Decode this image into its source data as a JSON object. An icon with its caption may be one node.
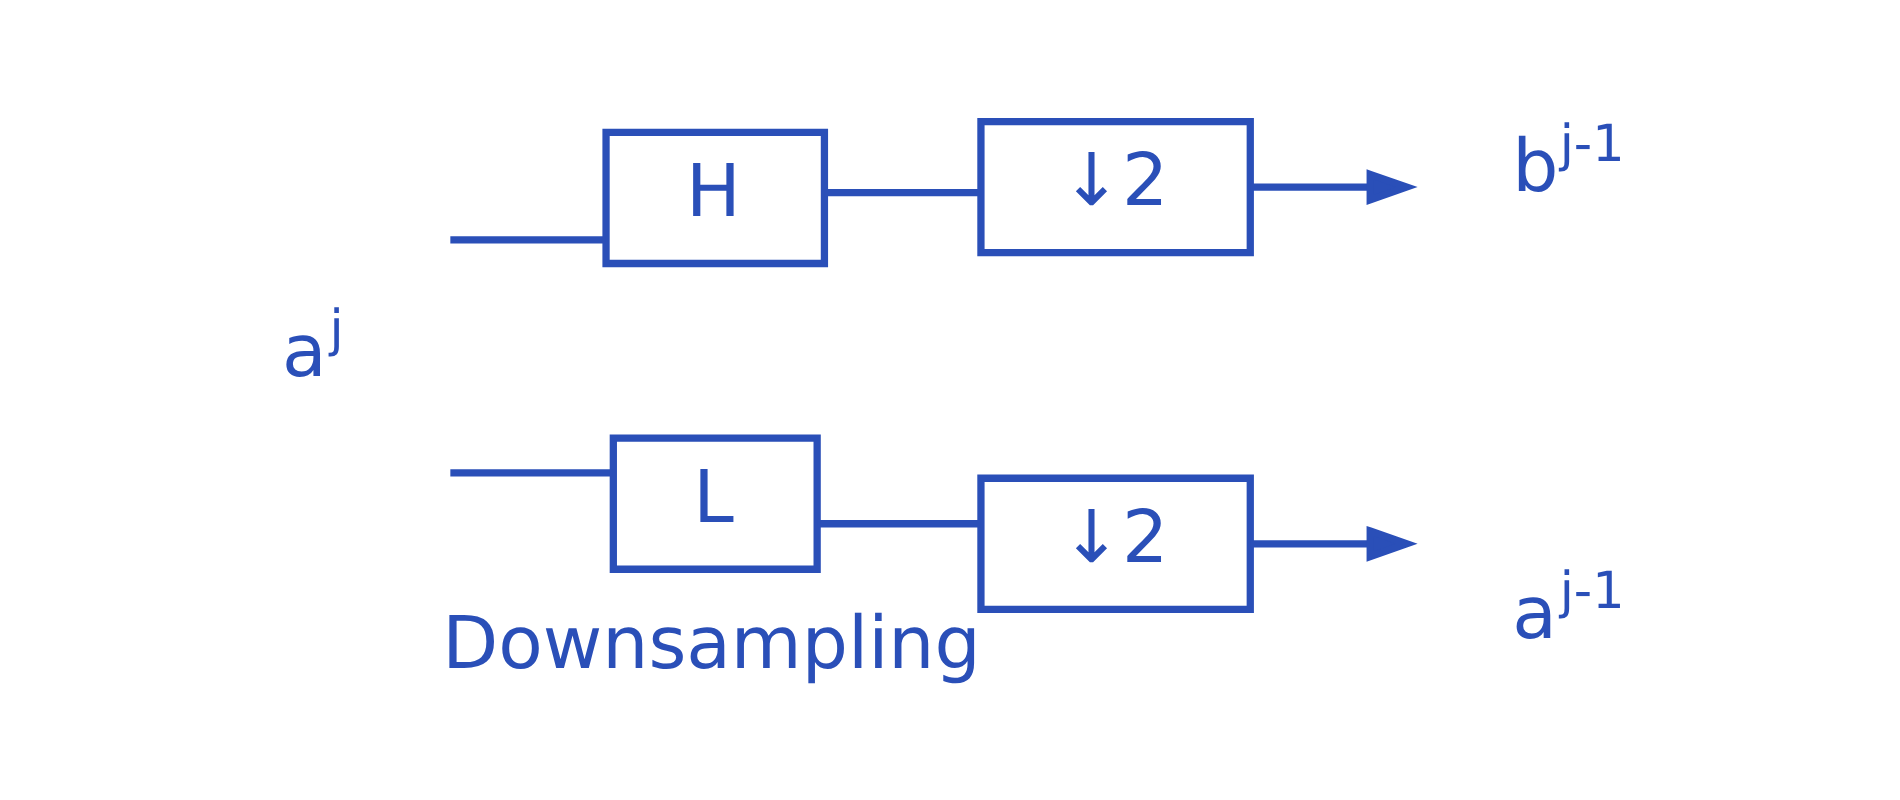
{
  "diagram": {
    "nodes": [
      {
        "text": [
          "a$^{j}$"
        ]
      },
      {
        "text": [
          "H"
        ]
      },
      {
        "text": [
          "↓2"
        ]
      },
      {
        "text": [
          "b$^{j-1}$"
        ]
      },
      {
        "text": [
          "L"
        ]
      },
      {
        "text": [
          "↓2"
        ],
        "beside": [
          "Downsampling"
        ]
      },
      {
        "text": [
          "a$^{j-1}$"
        ]
      }
    ],
    "edges": [
      {
        "from": 0,
        "to": 1,
        "arrow": "none"
      },
      {
        "from": 0,
        "to": 4,
        "arrow": "none"
      },
      {
        "from": 1,
        "to": 2,
        "arrow": "none"
      },
      {
        "from": 2,
        "to": 3,
        "arrow": "to"
      },
      {
        "from": 4,
        "to": 5,
        "arrow": "none"
      },
      {
        "from": 5,
        "to": 6,
        "arrow": "to"
      }
    ]
  }
}
